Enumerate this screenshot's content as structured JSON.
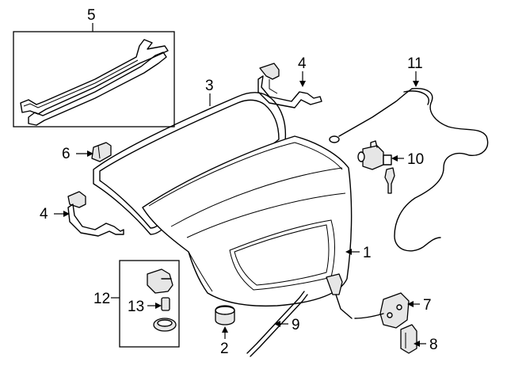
{
  "callouts": {
    "c1": "1",
    "c2": "2",
    "c3": "3",
    "c4_top": "4",
    "c4_left": "4",
    "c5": "5",
    "c6": "6",
    "c7": "7",
    "c8": "8",
    "c9": "9",
    "c10": "10",
    "c11": "11",
    "c12": "12",
    "c13": "13"
  }
}
